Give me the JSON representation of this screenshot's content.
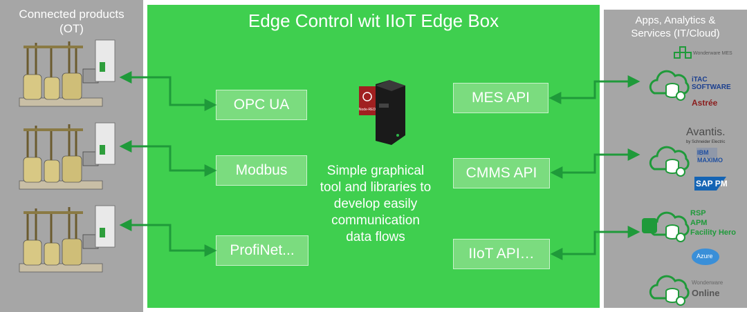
{
  "title": "Edge Control wit IIoT Edge Box",
  "left_panel": {
    "title_line1": "Connected products",
    "title_line2": "(OT)"
  },
  "right_panel": {
    "title_line1": "Apps, Analytics &",
    "title_line2": "Services (IT/Cloud)"
  },
  "protocols": [
    "OPC UA",
    "Modbus",
    "ProfiNet..."
  ],
  "apis": [
    "MES API",
    "CMMS API",
    "IIoT API…"
  ],
  "description": "Simple graphical tool and libraries to develop easily communication data flows",
  "device_label": "Node-RED",
  "vendors": {
    "mes": [
      "Wonderware MES",
      "iTAC SOFTWARE",
      "Astrée"
    ],
    "cmms": [
      "Avantis.",
      "by Schneider Electric",
      "IBM MAXIMO",
      "SAP PM"
    ],
    "iiot": [
      "RSP",
      "APM",
      "Facility Hero",
      "Azure",
      "Wonderware",
      "Online"
    ]
  },
  "colors": {
    "panel_gray": "#a6a6a6",
    "center_green": "#3fcf4f",
    "box_green": "#7bdc7f",
    "arrow_green": "#1f9a3a"
  }
}
